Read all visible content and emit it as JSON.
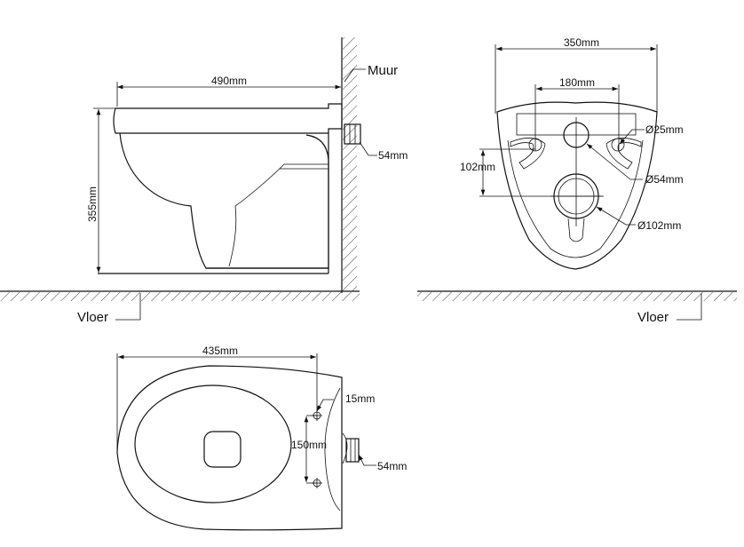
{
  "side_view": {
    "width_label": "490mm",
    "height_label": "355mm",
    "wall_label": "Muur",
    "outlet_label": "54mm",
    "floor_label": "Vloer"
  },
  "rear_view": {
    "width_label": "350mm",
    "bolt_spacing_label": "180mm",
    "vertical_offset_label": "102mm",
    "bolt_hole_label": "Ø25mm",
    "inlet_label": "Ø54mm",
    "outlet_label": "Ø102mm",
    "floor_label": "Vloer"
  },
  "top_view": {
    "length_label": "435mm",
    "edge_offset_label": "15mm",
    "bolt_spacing_label": "150mm",
    "outlet_label": "54mm"
  }
}
